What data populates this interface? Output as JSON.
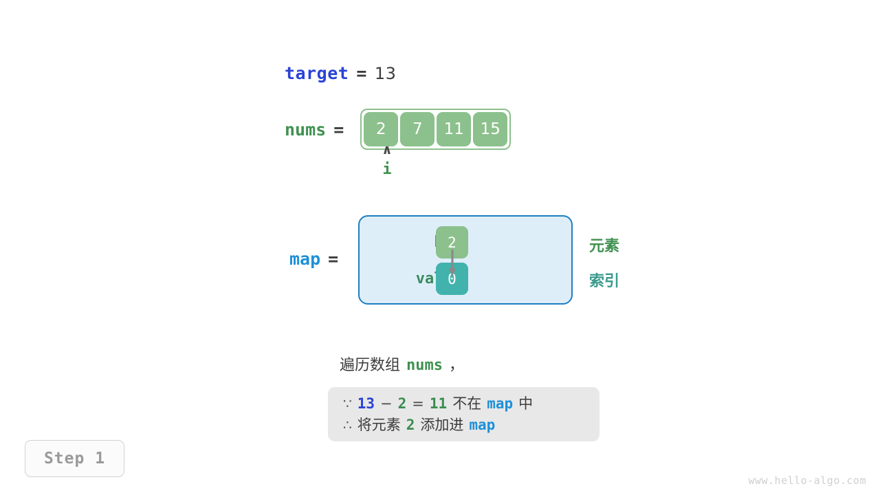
{
  "watermark": "www.hello-algo.com",
  "step_badge": {
    "label": "Step 1"
  },
  "target_row": {
    "var_name": "target",
    "equals": "=",
    "value": "13"
  },
  "nums_row": {
    "var_name": "nums",
    "equals": "=",
    "cells": [
      "2",
      "7",
      "11",
      "15"
    ]
  },
  "pointer": {
    "caret": "∧",
    "label": "i"
  },
  "map_section": {
    "var_name": "map",
    "equals": "=",
    "key_label": "key",
    "value_label": "value",
    "key_cell": "2",
    "value_cell": "0",
    "note_element": "元素",
    "note_index": "索引"
  },
  "description": {
    "prefix": "遍历数组",
    "var_name": "nums",
    "suffix": "，"
  },
  "conclusion": {
    "line1": {
      "symbol": "∵",
      "a": "13",
      "op": "−",
      "b": "2",
      "eq": "=",
      "c": "11",
      "text1": "不在",
      "map": "map",
      "text2": "中"
    },
    "line2": {
      "symbol": "∴",
      "text1": "将元素",
      "num": "2",
      "text2": "添加进",
      "map": "map"
    }
  },
  "colors": {
    "array_green": "#8cc08c",
    "value_teal": "#41b3ac",
    "map_border_blue": "#1d7fc0",
    "map_fill_blue": "#deeef9",
    "target_blue": "#2b43d6",
    "nums_green": "#3f9150",
    "map_blue": "#1e90d8",
    "conclusion_bg": "#e8e8e8",
    "arrow_gray": "#8a8a8a"
  }
}
